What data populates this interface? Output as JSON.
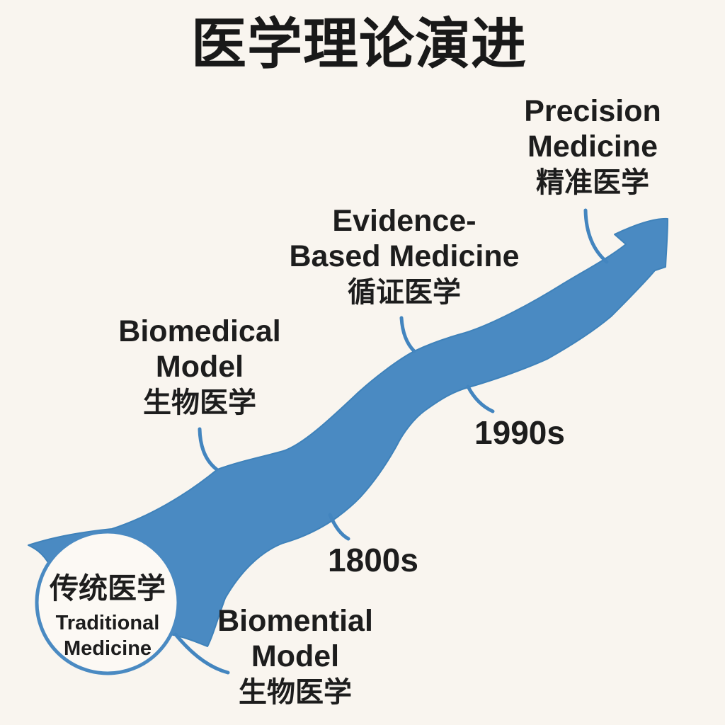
{
  "title": "医学理论演进",
  "colors": {
    "background": "#f9f5ef",
    "arrow_blue": "#4a8ac2",
    "arrow_edge": "#3f82ba",
    "text": "#1d1d1d",
    "circle_fill": "#fcf9f4"
  },
  "origin_circle": {
    "zh": "传统医学",
    "en_line1": "Traditional",
    "en_line2": "Medicine"
  },
  "stages": {
    "biomential": {
      "en_line1": "Biomential",
      "en_line2": "Model",
      "zh": "生物医学"
    },
    "biomedical": {
      "en_line1": "Biomedical",
      "en_line2": "Model",
      "zh": "生物医学"
    },
    "evidence": {
      "en_line1": "Evidence-",
      "en_line2": "Based Medicine",
      "zh": "循证医学"
    },
    "precision": {
      "en_line1": "Precision",
      "en_line2": "Medicine",
      "zh": "精准医学"
    }
  },
  "years": {
    "first": "1800s",
    "second": "1990s"
  }
}
